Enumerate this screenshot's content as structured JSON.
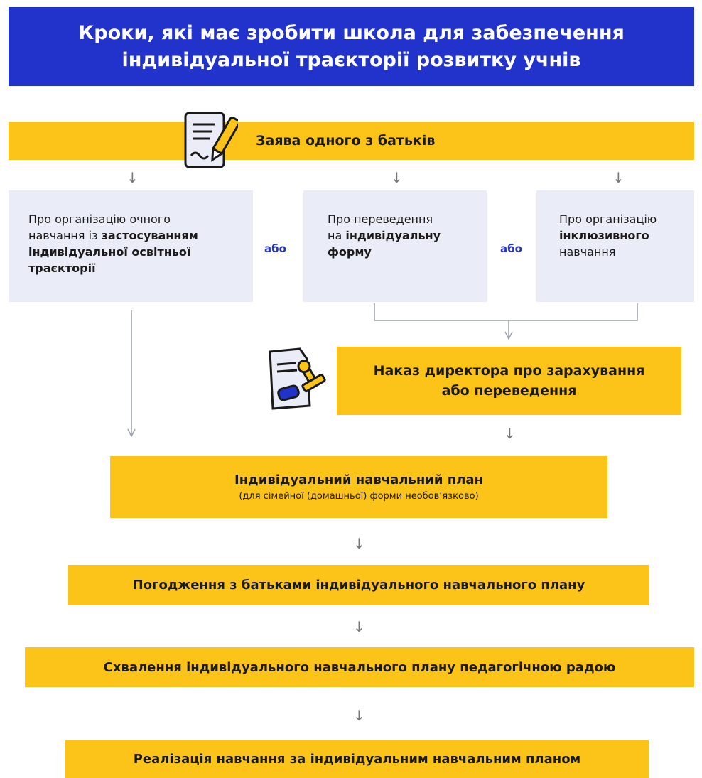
{
  "header": {
    "title_line1": "Кроки, які має зробити школа для забезпечення",
    "title_line2": "індивідуальної траєкторії розвитку учнів"
  },
  "step1": {
    "label": "Заява одного з батьків",
    "icon": "document-pen-icon"
  },
  "options": {
    "opt1": {
      "lines": [
        "Про організацію очного",
        "навчання із "
      ],
      "bold": [
        "застосуванням",
        "індивідуальної освітньої",
        "траєкторії"
      ]
    },
    "opt2": {
      "l1": "Про переведення",
      "l2_plain": "на ",
      "l2_bold": "індивідуальну",
      "l3_bold": "форму"
    },
    "opt3": {
      "l1": "Про організацію",
      "l2_bold": "інклюзивного",
      "l3": "навчання"
    },
    "or1": "або",
    "or2": "або"
  },
  "order": {
    "line1": "Наказ директора про зарахування",
    "line2": "або переведення",
    "icon": "stamp-icon"
  },
  "plan": {
    "title": "Індивідуальний навчальний план",
    "subtitle": "(для сімейної (домашньої) форми необов’язково)"
  },
  "agree": {
    "label": "Погодження з батьками індивідуального навчального плану"
  },
  "approve": {
    "label": "Схвалення індивідуального навчального плану педагогічною радою"
  },
  "implement": {
    "label": "Реалізація навчання за індивідуальним навчальним планом"
  },
  "colors": {
    "header_bg": "#2233cc",
    "yellow": "#fcc419",
    "grey": "#eaedf7",
    "accent_text": "#2233cc"
  }
}
